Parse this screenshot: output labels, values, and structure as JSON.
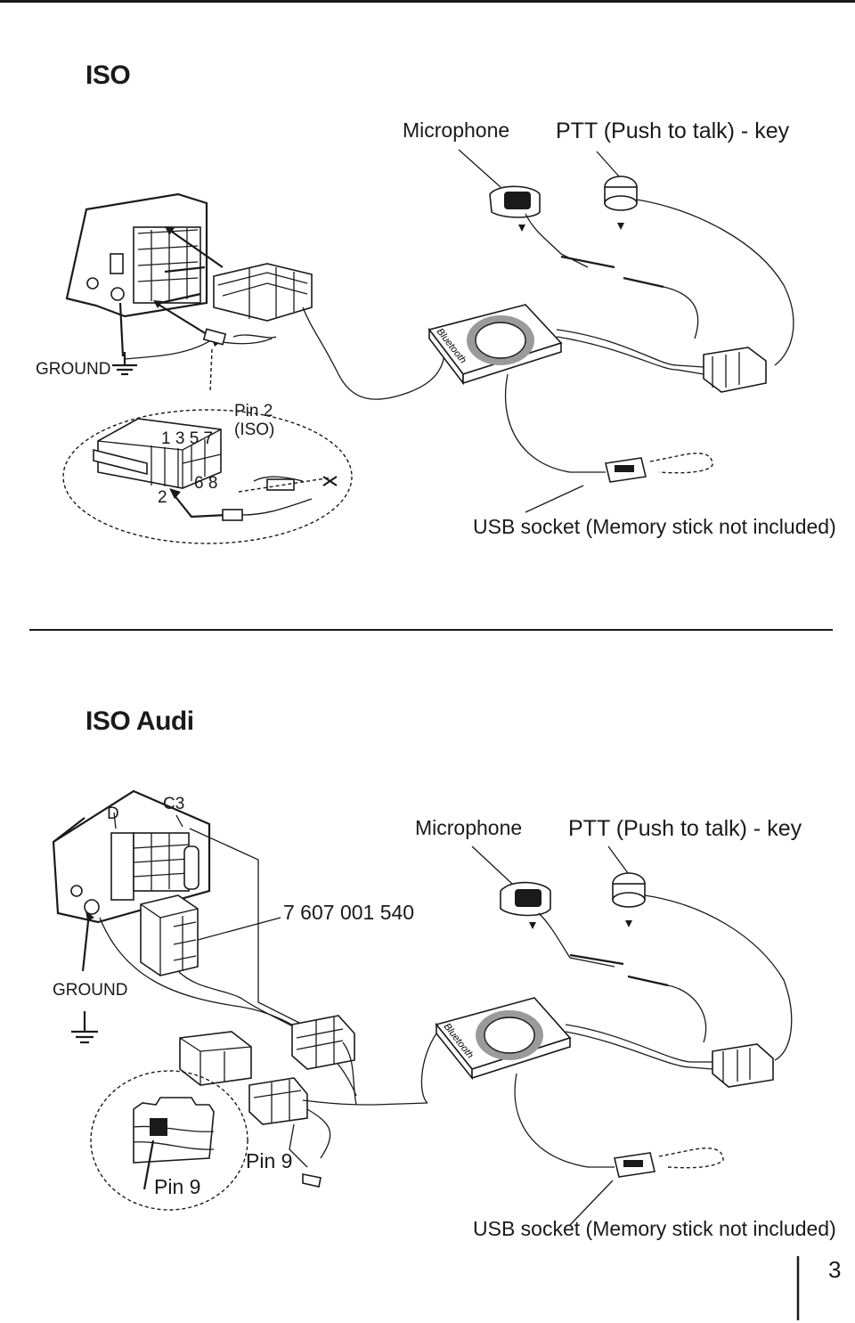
{
  "page": {
    "number": "3"
  },
  "iso": {
    "title": "ISO",
    "microphone": "Microphone",
    "ptt": "PTT (Push to talk) - key",
    "ground": "GROUND",
    "pin2": "Pin 2",
    "pin2_sub": "(ISO)",
    "pins_top": "1 3 5 7",
    "pins_bottom": "6 8",
    "pin_2": "2",
    "usb": "USB socket (Memory stick not included)",
    "module_label": "Bluetooth"
  },
  "iso_audi": {
    "title": "ISO Audi",
    "microphone": "Microphone",
    "ptt": "PTT (Push to talk) - key",
    "ground": "GROUND",
    "label_d": "D",
    "label_c3": "C3",
    "part_number": "7 607 001 540",
    "pin9_a": "Pin 9",
    "pin9_b": "Pin 9",
    "usb": "USB socket (Memory stick not included)",
    "module_label": "Bluetooth"
  }
}
